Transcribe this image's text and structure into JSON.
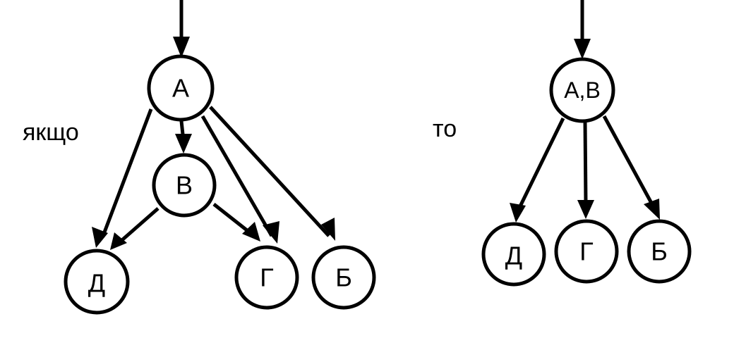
{
  "left_graph": {
    "nodes": {
      "A": "А",
      "V": "В",
      "D": "Д",
      "G": "Г",
      "B": "Б"
    }
  },
  "right_graph": {
    "nodes": {
      "AV": "А,В",
      "D": "Д",
      "G": "Г",
      "B": "Б"
    }
  },
  "labels": {
    "if": "якщо",
    "then": "то"
  }
}
